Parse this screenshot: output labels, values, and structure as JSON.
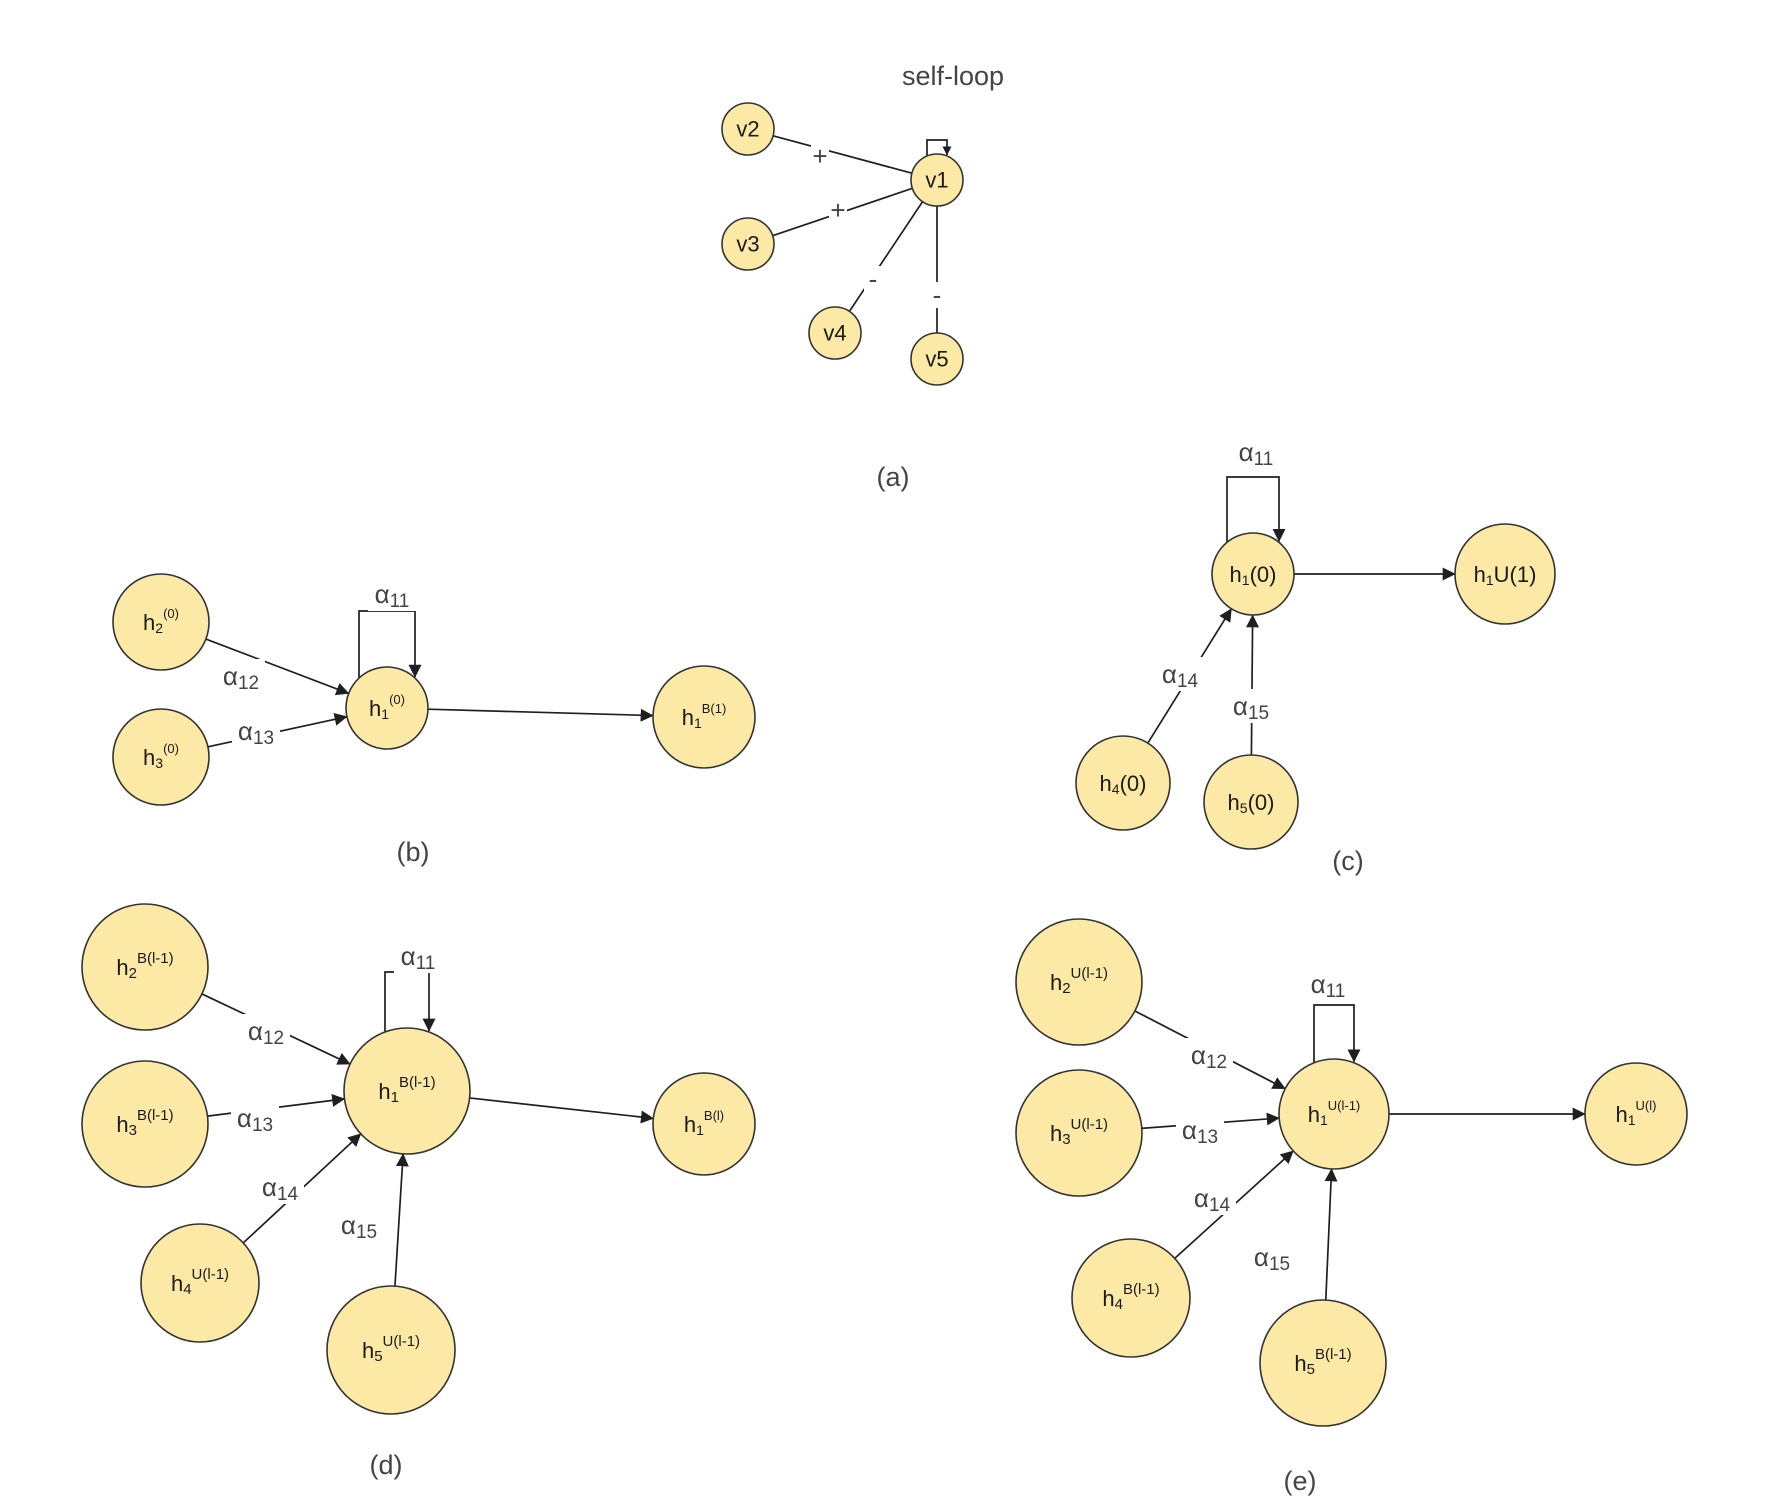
{
  "style": {
    "node_fill": "#FCE9A6",
    "node_stroke": "#333333",
    "edge_color": "#1F1F1F",
    "label_color": "#444444"
  },
  "panels": [
    {
      "id": "a",
      "caption": "(a)",
      "title": "self-loop",
      "nodes": [
        {
          "id": "v1",
          "text": "v1"
        },
        {
          "id": "v2",
          "text": "v2"
        },
        {
          "id": "v3",
          "text": "v3"
        },
        {
          "id": "v4",
          "text": "v4"
        },
        {
          "id": "v5",
          "text": "v5"
        }
      ],
      "edges": [
        {
          "from": "v2",
          "to": "v1",
          "sign": "+"
        },
        {
          "from": "v3",
          "to": "v1",
          "sign": "+"
        },
        {
          "from": "v4",
          "to": "v1",
          "sign": "-"
        },
        {
          "from": "v5",
          "to": "v1",
          "sign": "-"
        },
        {
          "from": "v1",
          "to": "v1",
          "sign": "",
          "self_loop": true
        }
      ]
    },
    {
      "id": "b",
      "caption": "(b)",
      "nodes": [
        {
          "id": "h2",
          "base": "h",
          "sub": "2",
          "sup": "(0)"
        },
        {
          "id": "h3",
          "base": "h",
          "sub": "3",
          "sup": "(0)"
        },
        {
          "id": "h1",
          "base": "h",
          "sub": "1",
          "sup": "(0)"
        },
        {
          "id": "out",
          "base": "h",
          "sub": "1",
          "sup": "B(1)"
        }
      ],
      "edges": [
        {
          "from": "h2",
          "to": "h1",
          "label": "α",
          "label_sub": "12"
        },
        {
          "from": "h3",
          "to": "h1",
          "label": "α",
          "label_sub": "13"
        },
        {
          "from": "h1",
          "to": "h1",
          "label": "α",
          "label_sub": "11",
          "self_loop": true
        },
        {
          "from": "h1",
          "to": "out",
          "label": "",
          "label_sub": ""
        }
      ]
    },
    {
      "id": "c",
      "caption": "(c)",
      "nodes": [
        {
          "id": "h1",
          "base": "h",
          "sub": "1",
          "suffix": "(0)"
        },
        {
          "id": "out",
          "base": "h",
          "sub": "1",
          "suffix": "U(1)"
        },
        {
          "id": "h4",
          "base": "h",
          "sub": "4",
          "suffix": "(0)"
        },
        {
          "id": "h5",
          "base": "h",
          "sub": "5",
          "suffix": "(0)"
        }
      ],
      "edges": [
        {
          "from": "h1",
          "to": "h1",
          "label": "α",
          "label_sub": "11",
          "self_loop": true
        },
        {
          "from": "h4",
          "to": "h1",
          "label": "α",
          "label_sub": "14"
        },
        {
          "from": "h5",
          "to": "h1",
          "label": "α",
          "label_sub": "15"
        },
        {
          "from": "h1",
          "to": "out",
          "label": "",
          "label_sub": ""
        }
      ]
    },
    {
      "id": "d",
      "caption": "(d)",
      "nodes": [
        {
          "id": "h2",
          "base": "h",
          "sub": "2",
          "sup": "B(l-1)"
        },
        {
          "id": "h3",
          "base": "h",
          "sub": "3",
          "sup": "B(l-1)"
        },
        {
          "id": "h4",
          "base": "h",
          "sub": "4",
          "sup": "U(l-1)"
        },
        {
          "id": "h5",
          "base": "h",
          "sub": "5",
          "sup": "U(l-1)"
        },
        {
          "id": "h1",
          "base": "h",
          "sub": "1",
          "sup": "B(l-1)"
        },
        {
          "id": "out",
          "base": "h",
          "sub": "1",
          "sup": "B(l)"
        }
      ],
      "edges": [
        {
          "from": "h1",
          "to": "h1",
          "label": "α",
          "label_sub": "11",
          "self_loop": true
        },
        {
          "from": "h2",
          "to": "h1",
          "label": "α",
          "label_sub": "12"
        },
        {
          "from": "h3",
          "to": "h1",
          "label": "α",
          "label_sub": "13"
        },
        {
          "from": "h4",
          "to": "h1",
          "label": "α",
          "label_sub": "14"
        },
        {
          "from": "h5",
          "to": "h1",
          "label": "α",
          "label_sub": "15"
        },
        {
          "from": "h1",
          "to": "out",
          "label": "",
          "label_sub": ""
        }
      ]
    },
    {
      "id": "e",
      "caption": "(e)",
      "nodes": [
        {
          "id": "h2",
          "base": "h",
          "sub": "2",
          "sup": "U(l-1)"
        },
        {
          "id": "h3",
          "base": "h",
          "sub": "3",
          "sup": "U(l-1)"
        },
        {
          "id": "h4",
          "base": "h",
          "sub": "4",
          "sup": "B(l-1)"
        },
        {
          "id": "h5",
          "base": "h",
          "sub": "5",
          "sup": "B(l-1)"
        },
        {
          "id": "h1",
          "base": "h",
          "sub": "1",
          "sup": "U(l-1)"
        },
        {
          "id": "out",
          "base": "h",
          "sub": "1",
          "sup": "U(l)"
        }
      ],
      "edges": [
        {
          "from": "h1",
          "to": "h1",
          "label": "α",
          "label_sub": "11",
          "self_loop": true
        },
        {
          "from": "h2",
          "to": "h1",
          "label": "α",
          "label_sub": "12"
        },
        {
          "from": "h3",
          "to": "h1",
          "label": "α",
          "label_sub": "13"
        },
        {
          "from": "h4",
          "to": "h1",
          "label": "α",
          "label_sub": "14"
        },
        {
          "from": "h5",
          "to": "h1",
          "label": "α",
          "label_sub": "15"
        },
        {
          "from": "h1",
          "to": "out",
          "label": "",
          "label_sub": ""
        }
      ]
    }
  ]
}
